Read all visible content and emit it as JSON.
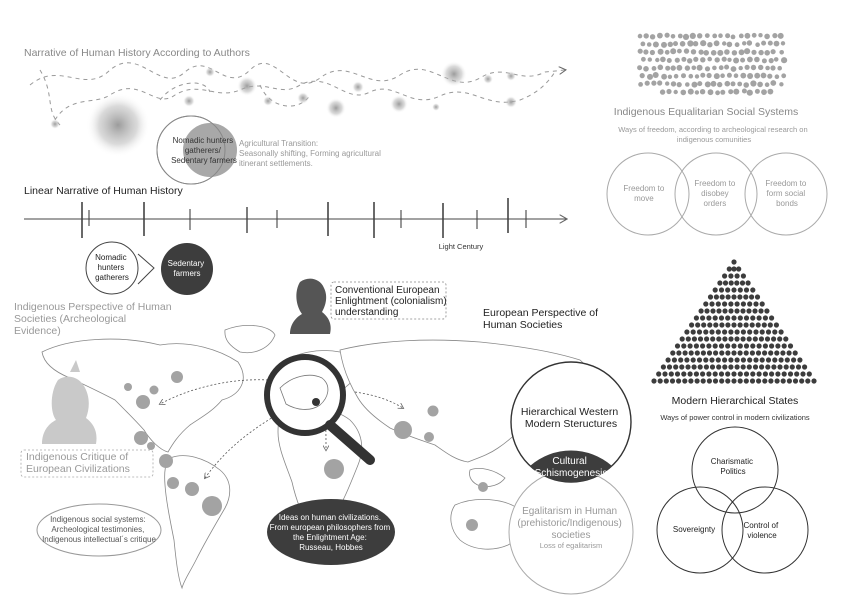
{
  "narrative": {
    "title": "Narrative of Human History According to Authors",
    "nomadic_overlap": [
      "Nomadic hunters",
      "gatherers/",
      "Sedentary farmers"
    ],
    "agri_transition": [
      "Agricultural Transition:",
      "Seasonally shifting, Forming agricultural",
      "itinerant settlements."
    ]
  },
  "linear": {
    "title": "Linear Narrative of Human History",
    "marker_label": "Light Century",
    "nomadic": [
      "Nomadic",
      "hunters",
      "gatherers"
    ],
    "sedentary": [
      "Sedentary",
      "farmers"
    ]
  },
  "indigenous": {
    "title": [
      "Indigenous Perspective of Human",
      "Societies (Archeological",
      "Evidence)"
    ],
    "critique": [
      "Indigenous Critique of",
      "European Civilizations"
    ],
    "social_systems": [
      "Indigenous social systems:",
      "Archeological testimonies,",
      "Indigenous intellectual´s critique"
    ]
  },
  "european": {
    "conventional": [
      "Conventional European",
      "Enlightment (colonialism)",
      "understanding"
    ],
    "perspective": [
      "European Perspective of",
      "Human Societies"
    ],
    "ideas": [
      "Ideas on human civilizations.",
      "From european philosophers from",
      "the Enlightment Age:",
      "Russeau, Hobbes"
    ]
  },
  "center": {
    "hierarchical": [
      "Hierarchical Western",
      "Modern Steructures"
    ],
    "schismogenesis": [
      "Cultural",
      "Schismogenesis"
    ],
    "egalitarian": [
      "Egalitarism in Human",
      "(prehistoric/Indigenous)",
      "societies"
    ],
    "loss": "Loss of egalitarism"
  },
  "egalitarian_systems": {
    "title": "Indigenous Equalitarian Social Systems",
    "subtitle": [
      "Ways of freedom, according to archeological research on",
      "indigenous comunities"
    ],
    "freedoms": [
      [
        "Freedom to",
        "move"
      ],
      [
        "Freedom to",
        "disobey",
        "orders"
      ],
      [
        "Freedom to",
        "form social",
        "bonds"
      ]
    ]
  },
  "modern_states": {
    "title": "Modern Hierarchical States",
    "subtitle": "Ways of power control in modern civilizations",
    "charismatic": [
      "Charismatic",
      "Politics"
    ],
    "sovereignty": "Sovereignty",
    "control": [
      "Control of",
      "violence"
    ]
  }
}
